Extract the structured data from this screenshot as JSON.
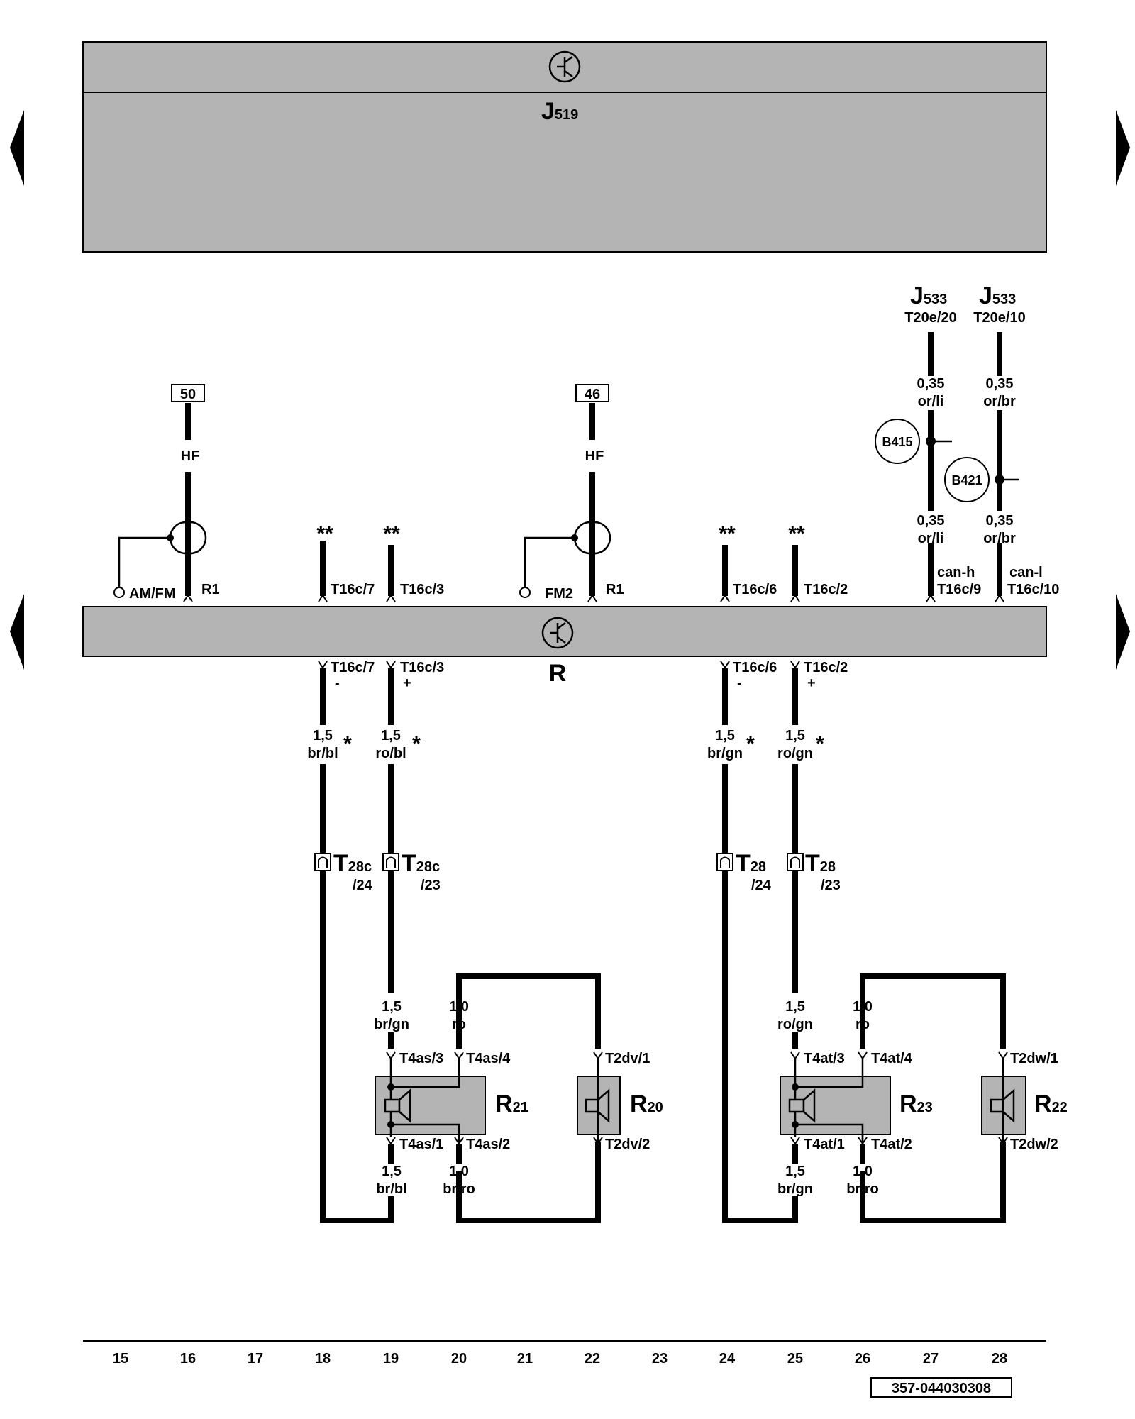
{
  "units": {
    "j519": {
      "main": "J",
      "sub": "519"
    },
    "radio": {
      "label": "R"
    }
  },
  "j533": [
    {
      "main": "J",
      "sub": "533",
      "pin": "T20e/20"
    },
    {
      "main": "J",
      "sub": "533",
      "pin": "T20e/10"
    }
  ],
  "terminals": {
    "left": "50",
    "mid": "46"
  },
  "hf_labels": [
    "HF",
    "HF"
  ],
  "antenna_labels": {
    "amfm": "AM/FM",
    "r1_left": "R1",
    "fm2": "FM2",
    "r1_mid": "R1"
  },
  "double_stars": [
    "**",
    "**",
    "**",
    "**"
  ],
  "top_pins": [
    "T16c/7",
    "T16c/3",
    "T16c/6",
    "T16c/2",
    "T16c/9",
    "T16c/10"
  ],
  "can_labels": {
    "h": "can-h",
    "l": "can-l"
  },
  "can_wires": [
    {
      "upper": [
        "0,35",
        "or/li"
      ],
      "lower": [
        "0,35",
        "or/li"
      ]
    },
    {
      "upper": [
        "0,35",
        "or/br"
      ],
      "lower": [
        "0,35",
        "or/br"
      ]
    }
  ],
  "splices": [
    "B415",
    "B421"
  ],
  "bottom_pins": [
    {
      "pin": "T16c/7",
      "pol": "-"
    },
    {
      "pin": "T16c/3",
      "pol": "+"
    },
    {
      "pin": "T16c/6",
      "pol": "-"
    },
    {
      "pin": "T16c/2",
      "pol": "+"
    }
  ],
  "wire_specs": [
    {
      "size": "1,5",
      "color": "br/bl",
      "star": "*"
    },
    {
      "size": "1,5",
      "color": "ro/bl",
      "star": "*"
    },
    {
      "size": "1,5",
      "color": "br/gn",
      "star": "*"
    },
    {
      "size": "1,5",
      "color": "ro/gn",
      "star": "*"
    }
  ],
  "connectors": [
    {
      "main": "T",
      "sub": "28c",
      "pin": "/24"
    },
    {
      "main": "T",
      "sub": "28c",
      "pin": "/23"
    },
    {
      "main": "T",
      "sub": "28",
      "pin": "/24"
    },
    {
      "main": "T",
      "sub": "28",
      "pin": "/23"
    }
  ],
  "speaker_wires_top": [
    {
      "size": "1,5",
      "color": "br/gn"
    },
    {
      "size": "1,0",
      "color": "ro"
    },
    {
      "size": "1,5",
      "color": "ro/gn"
    },
    {
      "size": "1,0",
      "color": "ro"
    }
  ],
  "speaker_wires_bottom": [
    {
      "size": "1,5",
      "color": "br/bl"
    },
    {
      "size": "1,0",
      "color": "br/ro"
    },
    {
      "size": "1,5",
      "color": "br/gn"
    },
    {
      "size": "1,0",
      "color": "br/ro"
    }
  ],
  "speaker_pins": {
    "r21_top": [
      "T4as/3",
      "T4as/4"
    ],
    "r21_bottom": [
      "T4as/1",
      "T4as/2"
    ],
    "r20_top": "T2dv/1",
    "r20_bottom": "T2dv/2",
    "r23_top": [
      "T4at/3",
      "T4at/4"
    ],
    "r23_bottom": [
      "T4at/1",
      "T4at/2"
    ],
    "r22_top": "T2dw/1",
    "r22_bottom": "T2dw/2"
  },
  "speakers": [
    {
      "main": "R",
      "sub": "21"
    },
    {
      "main": "R",
      "sub": "20"
    },
    {
      "main": "R",
      "sub": "23"
    },
    {
      "main": "R",
      "sub": "22"
    }
  ],
  "grid_numbers": [
    "15",
    "16",
    "17",
    "18",
    "19",
    "20",
    "21",
    "22",
    "23",
    "24",
    "25",
    "26",
    "27",
    "28"
  ],
  "doc_number": "357-044030308"
}
